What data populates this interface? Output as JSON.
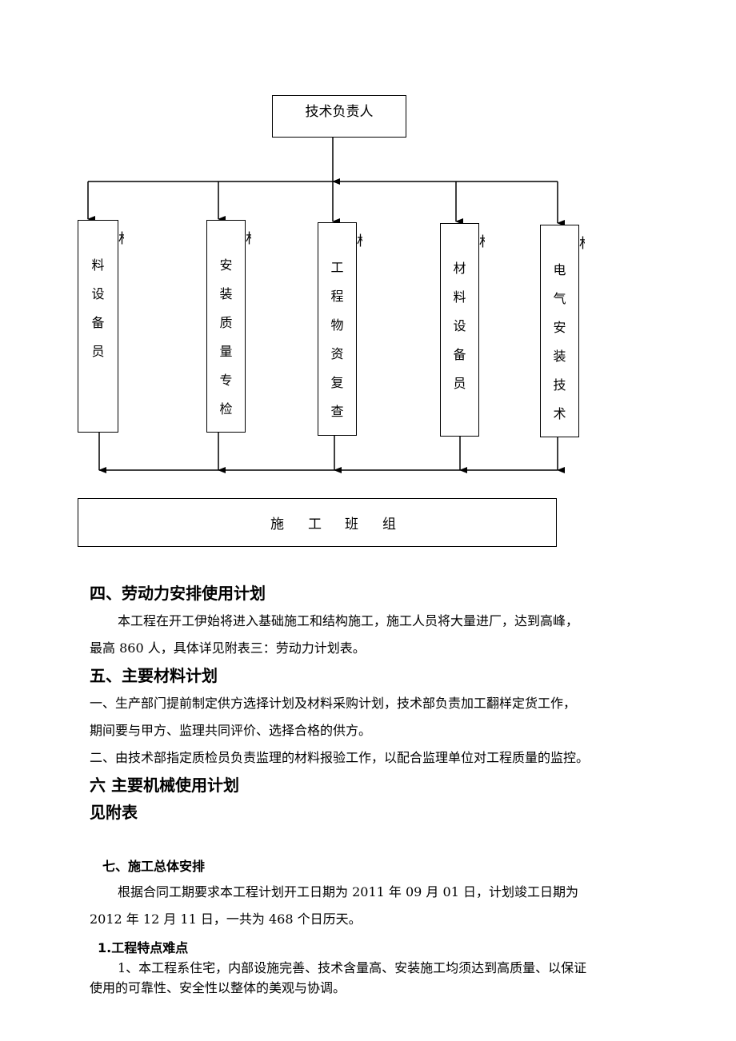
{
  "org_chart": {
    "top": "技术负责人",
    "columns": [
      {
        "chars": [
          "料",
          "设",
          "备",
          "员"
        ],
        "mark": "材"
      },
      {
        "chars": [
          "安",
          "装",
          "质",
          "量",
          "专",
          "检"
        ],
        "mark": "材"
      },
      {
        "chars": [
          "工",
          "程",
          "物",
          "资",
          "复",
          "查"
        ],
        "mark": "材"
      },
      {
        "chars": [
          "材",
          "料",
          "设",
          "备",
          "员"
        ],
        "mark": "材"
      },
      {
        "chars": [
          "电",
          "气",
          "安",
          "装",
          "技",
          "术"
        ],
        "mark": "材"
      }
    ],
    "bottom": [
      "施",
      "工",
      "班",
      "组"
    ]
  },
  "sections": {
    "s4_title": "四、劳动力安排使用计划",
    "s4_p1": "本工程在开工伊始将进入基础施工和结构施工，施工人员将大量进厂，达到高峰，",
    "s4_p2": "最高 860 人，具体详见附表三：劳动力计划表。",
    "s5_title": "五、主要材料计划",
    "s5_p1": "一、生产部门提前制定供方选择计划及材料采购计划，技术部负责加工翻样定货工作，",
    "s5_p2": "期间要与甲方、监理共同评价、选择合格的供方。",
    "s5_p3": "二、由技术部指定质检员负责监理的材料报验工作，以配合监理单位对工程质量的监控。",
    "s6_title": "六  主要机械使用计划",
    "s6_sub": "见附表",
    "s7_title": "七、施工总体安排",
    "s7_p1": "根据合同工期要求本工程计划开工日期为 2011 年 09 月 01 日，计划竣工日期为",
    "s7_p2": "2012 年 12 月 11 日，一共为 468 个日历天。",
    "s7_1_title": "1.工程特点难点",
    "s7_1_p1": "1、本工程系住宅，内部设施完善、技术含量高、安装施工均须达到高质量、以保证",
    "s7_1_p2": "使用的可靠性、安全性以整体的美观与协调。"
  }
}
